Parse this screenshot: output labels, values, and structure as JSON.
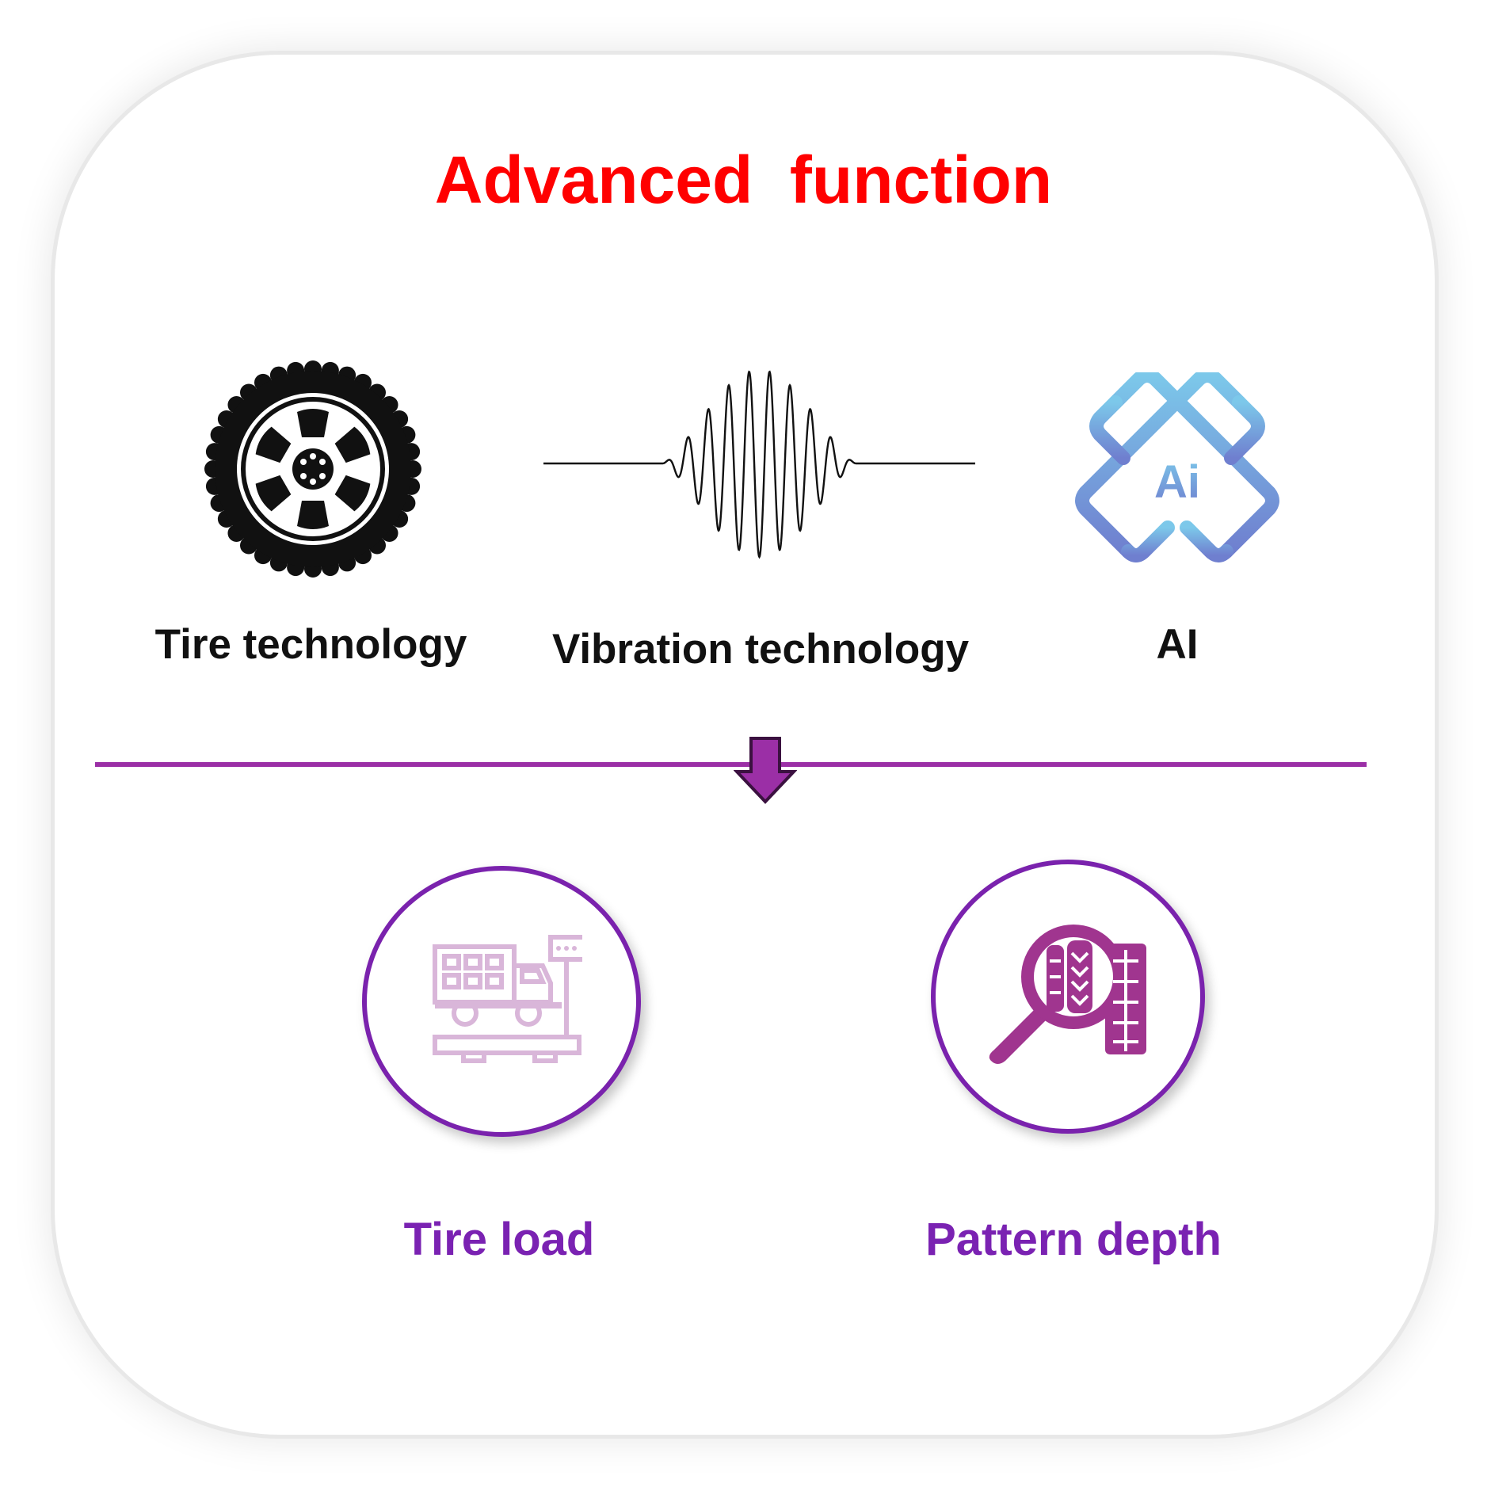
{
  "title": "Advanced  function",
  "technologies": [
    {
      "label": "Tire technology",
      "icon": "tire-icon"
    },
    {
      "label": "Vibration technology",
      "icon": "waveform-icon"
    },
    {
      "label": "AI",
      "icon": "ai-icon",
      "icon_text": "Ai"
    }
  ],
  "outcomes": [
    {
      "label": "Tire load",
      "icon": "truck-scale-icon"
    },
    {
      "label": "Pattern depth",
      "icon": "tread-magnifier-icon"
    }
  ],
  "colors": {
    "title": "#ff0000",
    "divider": "#9b2fa6",
    "circle_border": "#7a22ad",
    "outcome_label": "#7a22b2",
    "truck_icon": "#d9b6d9",
    "magnifier_icon": "#a0358f",
    "ai_gradient_top": "#7cc8ea",
    "ai_gradient_bottom": "#6f7fcf"
  }
}
